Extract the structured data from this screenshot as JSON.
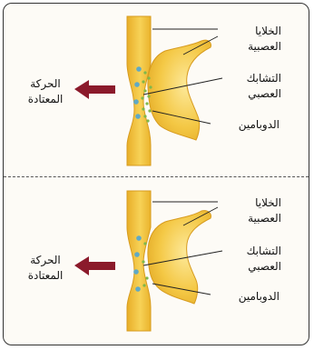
{
  "panels": [
    {
      "labels": {
        "neurons_line1": "الخلايا",
        "neurons_line2": "العصبية",
        "synapse_line1": "التشابك",
        "synapse_line2": "العصبي",
        "dopamine": "الدوبامين",
        "motion_line1": "الحركة",
        "motion_line2": "المعتادة"
      }
    },
    {
      "labels": {
        "neurons_line1": "الخلايا",
        "neurons_line2": "العصبية",
        "synapse_line1": "التشابك",
        "synapse_line2": "العصبي",
        "dopamine": "الدوبامين",
        "motion_line1": "الحركة",
        "motion_line2": "المعتادة"
      }
    }
  ],
  "colors": {
    "neuron_fill": "#f2c23a",
    "neuron_highlight": "#fbe58a",
    "arrow": "#8b1a2b",
    "dopamine": "#7fb84a",
    "receptor": "#5fa9c6",
    "frame": "#333333"
  }
}
